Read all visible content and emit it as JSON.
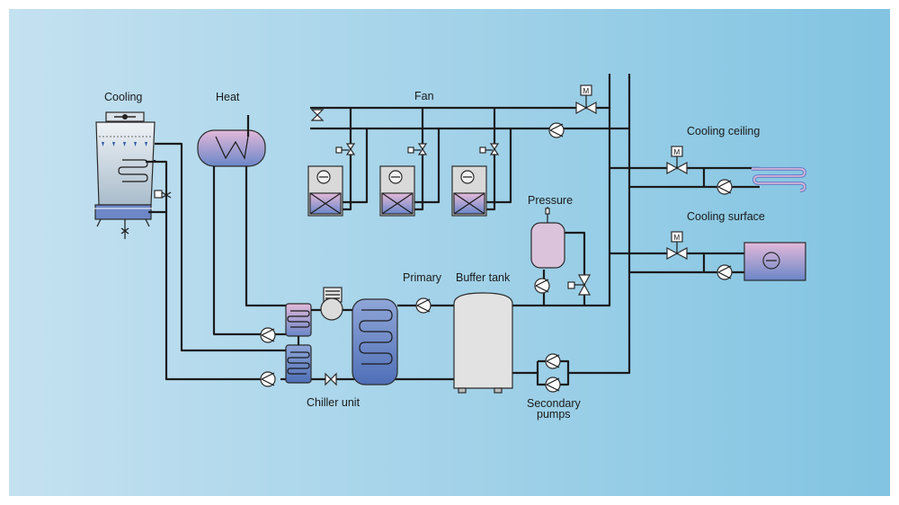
{
  "labels": {
    "cooling": "Cooling",
    "heat": "Heat",
    "fan": "Fan",
    "cooling_ceiling": "Cooling ceiling",
    "cooling_surface": "Cooling surface",
    "pressure": "Pressure",
    "primary": "Primary",
    "buffer_tank": "Buffer tank",
    "chiller_unit": "Chiller unit",
    "secondary_line1": "Secondary",
    "secondary_line2": "pumps",
    "motor_valve": "M"
  },
  "colors": {
    "background_left": "#c3e0ef",
    "background_right": "#84c5e3",
    "coil_top": "#e0b8d8",
    "coil_bottom": "#6d87c8",
    "tank": "#e3e3e3",
    "pressure_vessel": "#dcc3dc"
  }
}
